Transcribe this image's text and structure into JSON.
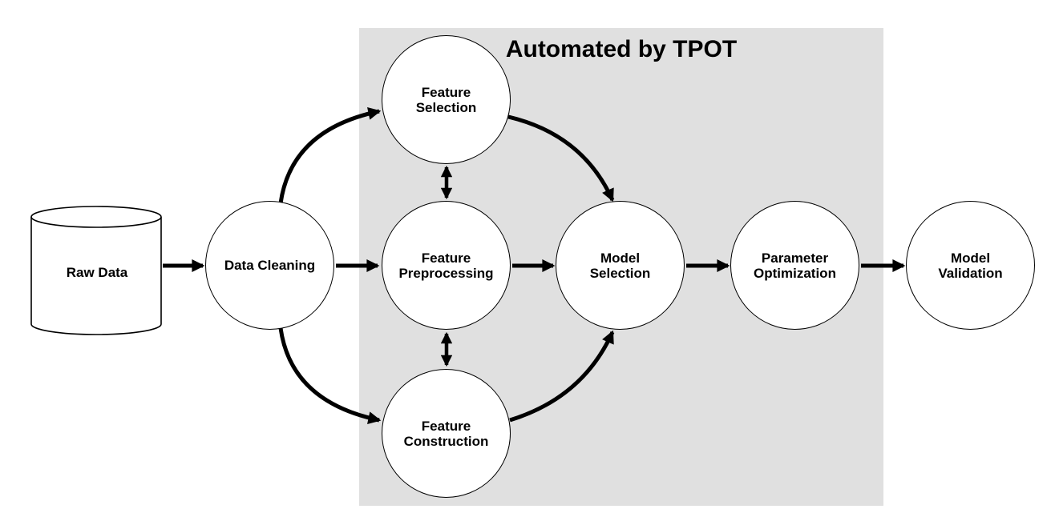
{
  "title": "Automated by TPOT",
  "colors": {
    "automation_region_bg": "#e0e0e0",
    "node_fill": "#ffffff",
    "node_stroke": "#000000",
    "arrow": "#000000",
    "text": "#000000",
    "canvas_bg": "#ffffff"
  },
  "nodes": {
    "raw_data": {
      "shape": "cylinder",
      "label": "Raw Data",
      "lines": [
        "Raw Data"
      ]
    },
    "data_cleaning": {
      "shape": "circle",
      "label": "Data Cleaning",
      "lines": [
        "Data Cleaning"
      ]
    },
    "feature_selection": {
      "shape": "circle",
      "label": "Feature Selection",
      "lines": [
        "Feature",
        "Selection"
      ]
    },
    "feature_preprocessing": {
      "shape": "circle",
      "label": "Feature Preprocessing",
      "lines": [
        "Feature",
        "Preprocessing"
      ]
    },
    "feature_construction": {
      "shape": "circle",
      "label": "Feature Construction",
      "lines": [
        "Feature",
        "Construction"
      ]
    },
    "model_selection": {
      "shape": "circle",
      "label": "Model Selection",
      "lines": [
        "Model",
        "Selection"
      ]
    },
    "parameter_optimization": {
      "shape": "circle",
      "label": "Parameter Optimization",
      "lines": [
        "Parameter",
        "Optimization"
      ]
    },
    "model_validation": {
      "shape": "circle",
      "label": "Model Validation",
      "lines": [
        "Model",
        "Validation"
      ]
    }
  },
  "automation_region": {
    "label": "Automated by TPOT",
    "members": [
      "feature_selection",
      "feature_preprocessing",
      "feature_construction",
      "model_selection",
      "parameter_optimization"
    ]
  },
  "edges": [
    {
      "from": "raw_data",
      "to": "data_cleaning",
      "arrow": "single",
      "curved": false
    },
    {
      "from": "data_cleaning",
      "to": "feature_selection",
      "arrow": "single",
      "curved": true
    },
    {
      "from": "data_cleaning",
      "to": "feature_preprocessing",
      "arrow": "single",
      "curved": false
    },
    {
      "from": "data_cleaning",
      "to": "feature_construction",
      "arrow": "single",
      "curved": true
    },
    {
      "from": "feature_selection",
      "to": "feature_preprocessing",
      "arrow": "double",
      "curved": false
    },
    {
      "from": "feature_preprocessing",
      "to": "feature_construction",
      "arrow": "double",
      "curved": false
    },
    {
      "from": "feature_selection",
      "to": "model_selection",
      "arrow": "single",
      "curved": true
    },
    {
      "from": "feature_preprocessing",
      "to": "model_selection",
      "arrow": "single",
      "curved": false
    },
    {
      "from": "feature_construction",
      "to": "model_selection",
      "arrow": "single",
      "curved": true
    },
    {
      "from": "model_selection",
      "to": "parameter_optimization",
      "arrow": "single",
      "curved": false
    },
    {
      "from": "parameter_optimization",
      "to": "model_validation",
      "arrow": "single",
      "curved": false
    }
  ]
}
